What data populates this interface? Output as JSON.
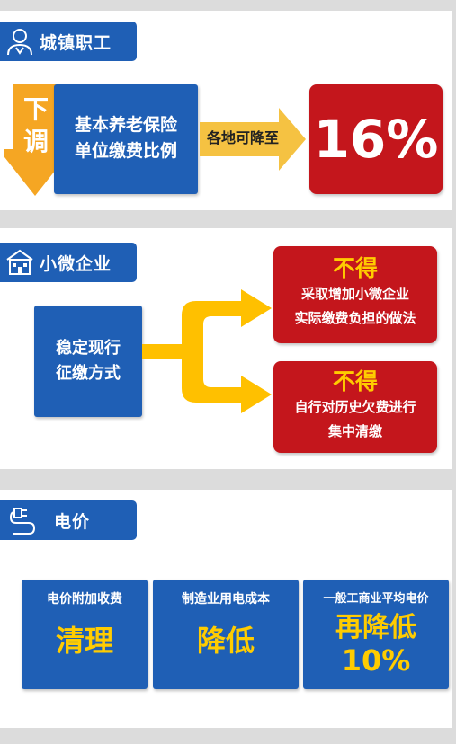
{
  "section1": {
    "title": "城镇职工",
    "arrow_text_1": "下",
    "arrow_text_2": "调",
    "box_line1": "基本养老保险",
    "box_line2": "单位缴费比例",
    "connector": "各地可降至",
    "result": "16%"
  },
  "section2": {
    "title": "小微企业",
    "left_line1": "稳定现行",
    "left_line2": "征缴方式",
    "right_top": {
      "heading": "不得",
      "line1": "采取增加小微企业",
      "line2": "实际缴费负担的做法"
    },
    "right_bottom": {
      "heading": "不得",
      "line1": "自行对历史欠费进行",
      "line2": "集中清缴"
    }
  },
  "section3": {
    "title": "电价",
    "cards": [
      {
        "label": "电价附加收费",
        "value": "清理",
        "value2": ""
      },
      {
        "label": "制造业用电成本",
        "value": "降低",
        "value2": ""
      },
      {
        "label": "一般工商业平均电价",
        "value": "再降低",
        "value2": "10%"
      }
    ]
  },
  "colors": {
    "blue": "#1f5fb5",
    "red": "#c4161c",
    "yellow": "#ffcc00",
    "orange_arrow": "#f5a623"
  },
  "icons": [
    "worker-icon",
    "building-icon",
    "plug-icon"
  ]
}
